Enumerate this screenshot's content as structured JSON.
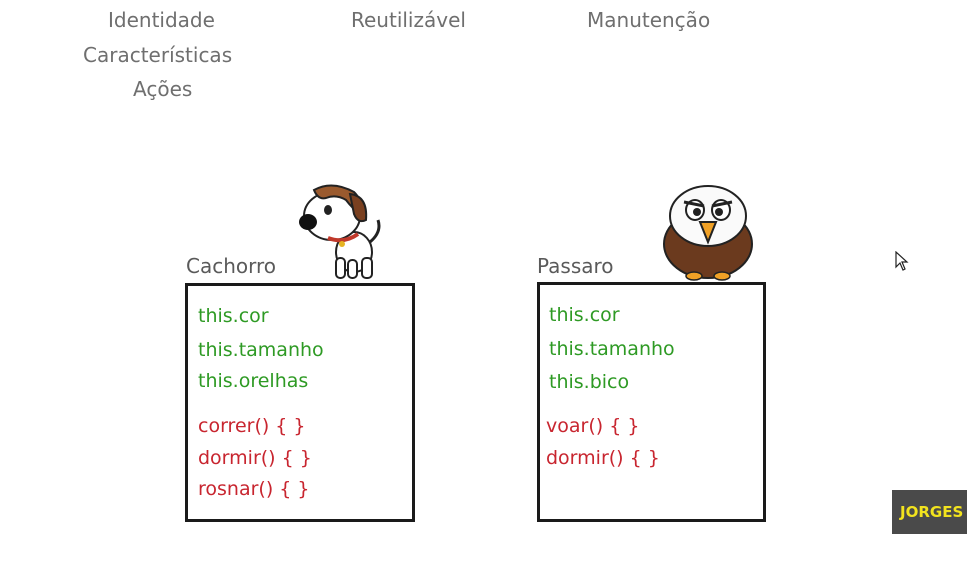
{
  "top_labels": {
    "identidade": "Identidade",
    "caracteristicas": "Características",
    "acoes": "Ações",
    "reutilizavel": "Reutilizável",
    "manutencao": "Manutenção"
  },
  "classes": [
    {
      "name": "Cachorro",
      "attributes": [
        "this.cor",
        "this.tamanho",
        "this.orelhas"
      ],
      "methods": [
        "correr() {   }",
        "dormir() {   }",
        "rosnar() {   }"
      ],
      "icon": "dog-icon"
    },
    {
      "name": "Passaro",
      "attributes": [
        "this.cor",
        "this.tamanho",
        "this.bico"
      ],
      "methods": [
        "voar() {   }",
        "dormir() {   }"
      ],
      "icon": "eagle-icon"
    }
  ],
  "badge": {
    "text": "JORGES"
  },
  "colors": {
    "attribute": "#2e9a24",
    "method": "#c8252f",
    "label": "#6f6f6f",
    "badge_bg": "#4a4a4a",
    "badge_text": "#f2e31e"
  }
}
